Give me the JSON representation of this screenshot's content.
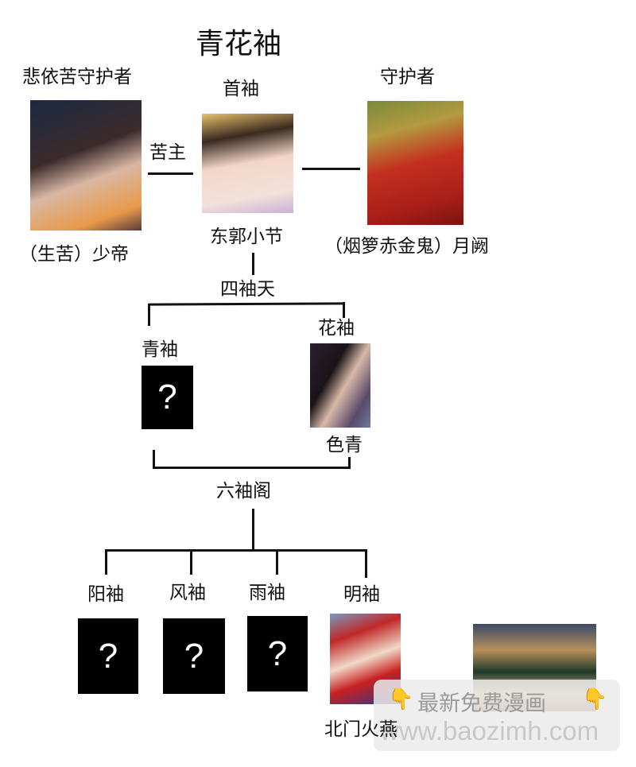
{
  "title": "青花袖",
  "top": {
    "left": {
      "role": "悲依苦守护者",
      "name": "（生苦）少帝"
    },
    "link_label": "苦主",
    "center": {
      "role": "首袖",
      "name": "东郭小节"
    },
    "right": {
      "role": "守护者",
      "name": "（烟箩赤金鬼）月阙"
    }
  },
  "level2": {
    "label": "四袖天",
    "members": [
      {
        "role": "青袖",
        "placeholder": "?"
      },
      {
        "role": "花袖",
        "name": "色青"
      }
    ]
  },
  "level3": {
    "label": "六袖阁",
    "members": [
      {
        "role": "阳袖",
        "placeholder": "?"
      },
      {
        "role": "风袖",
        "placeholder": "?"
      },
      {
        "role": "雨袖",
        "placeholder": "?"
      },
      {
        "role": "明袖",
        "name": "北门火燕"
      }
    ]
  },
  "watermark": {
    "line1": "最新免费漫画",
    "line2": "www.baozimh.com",
    "icon": "pointing-down-hand-icon"
  }
}
